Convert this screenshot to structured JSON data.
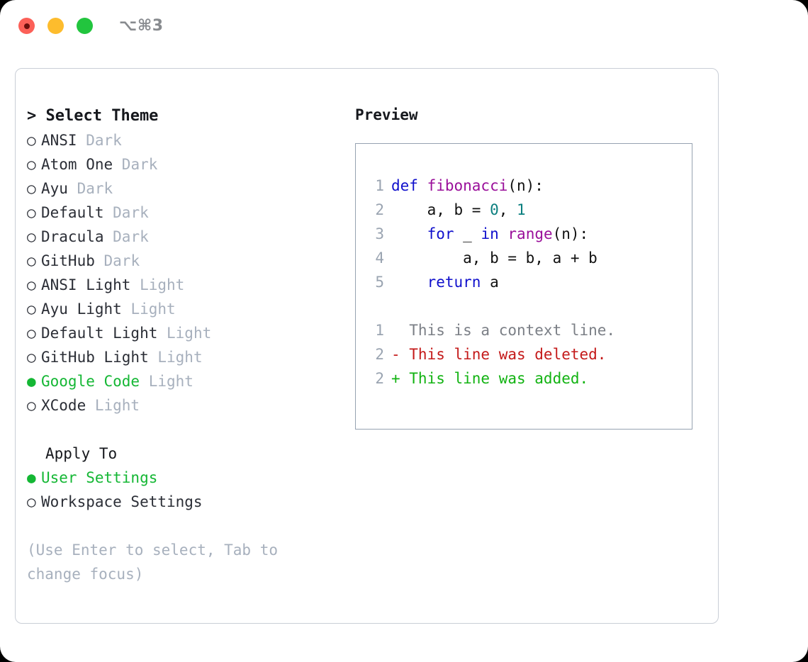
{
  "titlebar": {
    "lights": [
      {
        "name": "close-button",
        "color": "#fc6058",
        "recording": true
      },
      {
        "name": "minimize-button",
        "color": "#fdbc2d",
        "recording": false
      },
      {
        "name": "maximize-button",
        "color": "#22c53e",
        "recording": false
      }
    ],
    "shortcut": "⌥⌘3"
  },
  "left": {
    "title": "> Select Theme",
    "themes": [
      {
        "bullet": "○",
        "name": "ANSI",
        "kind": "Dark",
        "selected": false
      },
      {
        "bullet": "○",
        "name": "Atom One",
        "kind": "Dark",
        "selected": false
      },
      {
        "bullet": "○",
        "name": "Ayu",
        "kind": "Dark",
        "selected": false
      },
      {
        "bullet": "○",
        "name": "Default",
        "kind": "Dark",
        "selected": false
      },
      {
        "bullet": "○",
        "name": "Dracula",
        "kind": "Dark",
        "selected": false
      },
      {
        "bullet": "○",
        "name": "GitHub",
        "kind": "Dark",
        "selected": false
      },
      {
        "bullet": "○",
        "name": "ANSI Light",
        "kind": "Light",
        "selected": false
      },
      {
        "bullet": "○",
        "name": "Ayu Light",
        "kind": "Light",
        "selected": false
      },
      {
        "bullet": "○",
        "name": "Default Light",
        "kind": "Light",
        "selected": false
      },
      {
        "bullet": "○",
        "name": "GitHub Light",
        "kind": "Light",
        "selected": false
      },
      {
        "bullet": "●",
        "name": "Google Code",
        "kind": "Light",
        "selected": true
      },
      {
        "bullet": "○",
        "name": "XCode",
        "kind": "Light",
        "selected": false
      }
    ],
    "apply_to": {
      "title": "Apply To",
      "options": [
        {
          "bullet": "●",
          "label": "User Settings",
          "selected": true
        },
        {
          "bullet": "○",
          "label": "Workspace Settings",
          "selected": false
        }
      ]
    },
    "hint": "(Use Enter to select, Tab to change focus)"
  },
  "right": {
    "label": "Preview",
    "code": {
      "lines": [
        {
          "ln": "1",
          "tokens": [
            {
              "t": "def ",
              "c": "kw"
            },
            {
              "t": "fibonacci",
              "c": "fn"
            },
            {
              "t": "(n):",
              "c": "pl"
            }
          ]
        },
        {
          "ln": "2",
          "tokens": [
            {
              "t": "    a, b = ",
              "c": "pl"
            },
            {
              "t": "0",
              "c": "num"
            },
            {
              "t": ", ",
              "c": "pl"
            },
            {
              "t": "1",
              "c": "num"
            }
          ]
        },
        {
          "ln": "3",
          "tokens": [
            {
              "t": "    ",
              "c": "pl"
            },
            {
              "t": "for",
              "c": "kw"
            },
            {
              "t": " _ ",
              "c": "pl"
            },
            {
              "t": "in",
              "c": "kw"
            },
            {
              "t": " ",
              "c": "pl"
            },
            {
              "t": "range",
              "c": "fn"
            },
            {
              "t": "(n):",
              "c": "pl"
            }
          ]
        },
        {
          "ln": "4",
          "tokens": [
            {
              "t": "        a, b = b, a + b",
              "c": "pl"
            }
          ]
        },
        {
          "ln": "5",
          "tokens": [
            {
              "t": "    ",
              "c": "pl"
            },
            {
              "t": "return",
              "c": "kw"
            },
            {
              "t": " a",
              "c": "pl"
            }
          ]
        }
      ]
    },
    "diff": {
      "lines": [
        {
          "ln": "1",
          "marker": "  ",
          "text": "This is a context line.",
          "kind": "ctx"
        },
        {
          "ln": "2",
          "marker": "- ",
          "text": "This line was deleted.",
          "kind": "del"
        },
        {
          "ln": "2",
          "marker": "+ ",
          "text": "This line was added.",
          "kind": "add"
        }
      ]
    }
  },
  "colors": {
    "accent_green": "#14b734",
    "muted": "#a7b0bd",
    "keyword": "#1010cc",
    "function": "#9a0f9a",
    "number": "#0b7f7f",
    "diff_add": "#12b312",
    "diff_del": "#c41a1a",
    "panel_border": "#c9ced6",
    "preview_border": "#96a2b1"
  }
}
